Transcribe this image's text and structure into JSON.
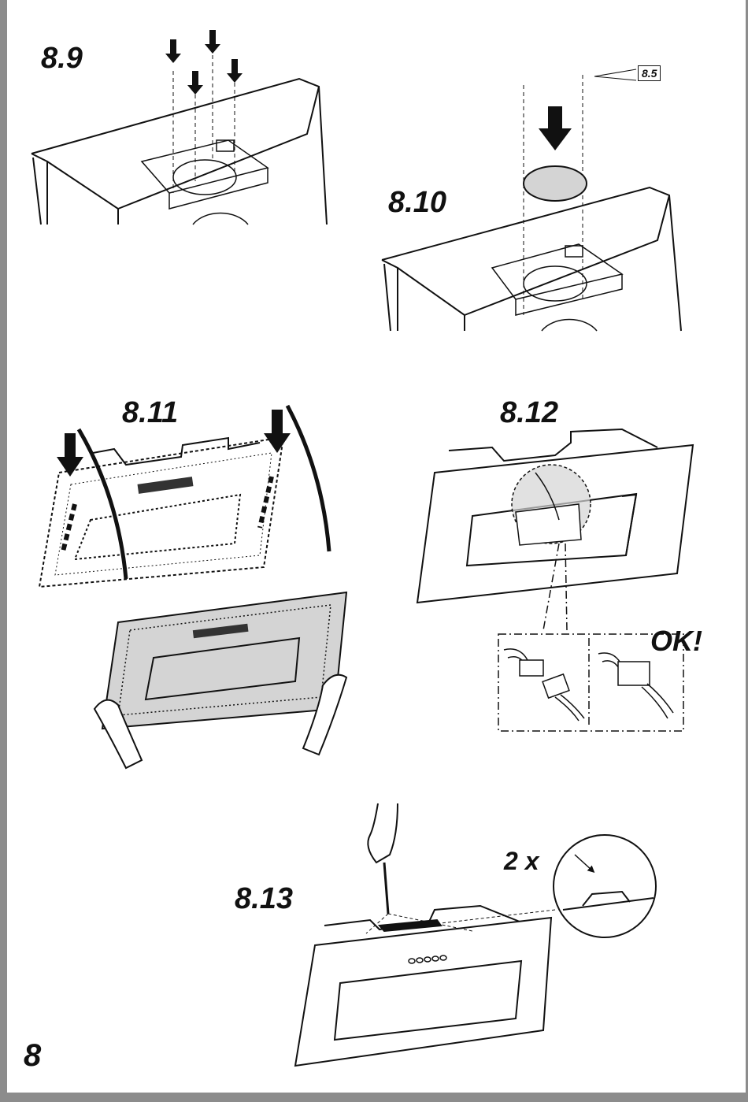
{
  "steps": {
    "s89": "8.9",
    "s810": "8.10",
    "s811": "8.11",
    "s812": "8.12",
    "s813": "8.13"
  },
  "ref_box": "8.5",
  "ok_text": "OK!",
  "quantity_text": "2 x",
  "page_number": "8",
  "colors": {
    "frame": "#8c8c8c",
    "line": "#111111",
    "panel_fill": "#d4d4d4"
  }
}
